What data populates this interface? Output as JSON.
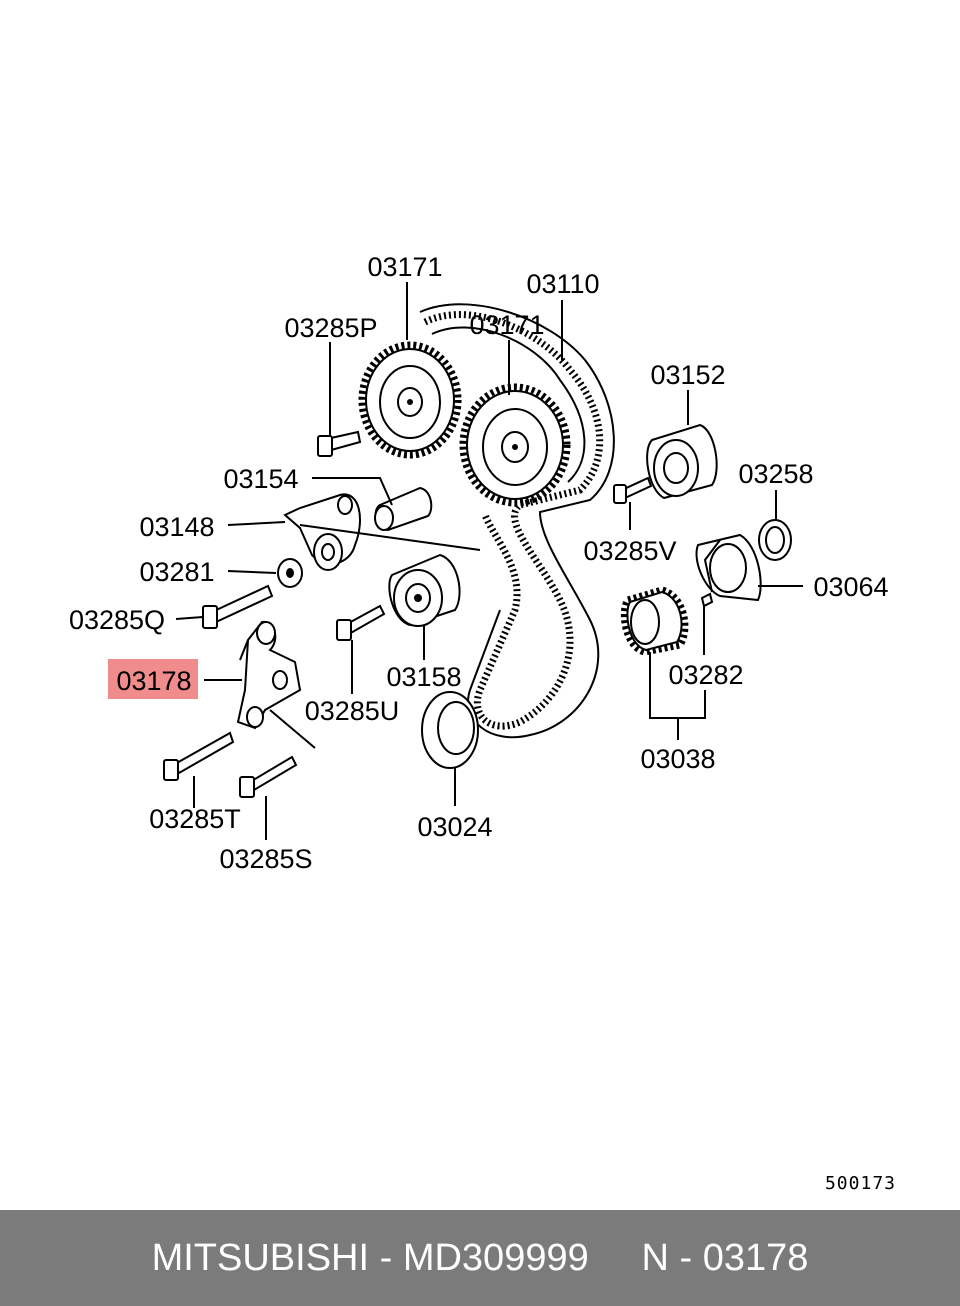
{
  "diagram": {
    "labels": {
      "l03171a": "03171",
      "l03110": "03110",
      "l03171b": "03171",
      "l03285P": "03285P",
      "l03152": "03152",
      "l03154": "03154",
      "l03258": "03258",
      "l03148": "03148",
      "l03285V": "03285V",
      "l03281": "03281",
      "l03064": "03064",
      "l03285Q": "03285Q",
      "l03178": "03178",
      "l03158": "03158",
      "l03282": "03282",
      "l03285U": "03285U",
      "l03038": "03038",
      "l03285T": "03285T",
      "l03024": "03024",
      "l03285S": "03285S"
    },
    "highlighted_part": "03178",
    "highlight_color": "#f08c8c",
    "reference_number": "500173"
  },
  "footer": {
    "text": "MITSUBISHI - MD309999     N - 03178"
  }
}
